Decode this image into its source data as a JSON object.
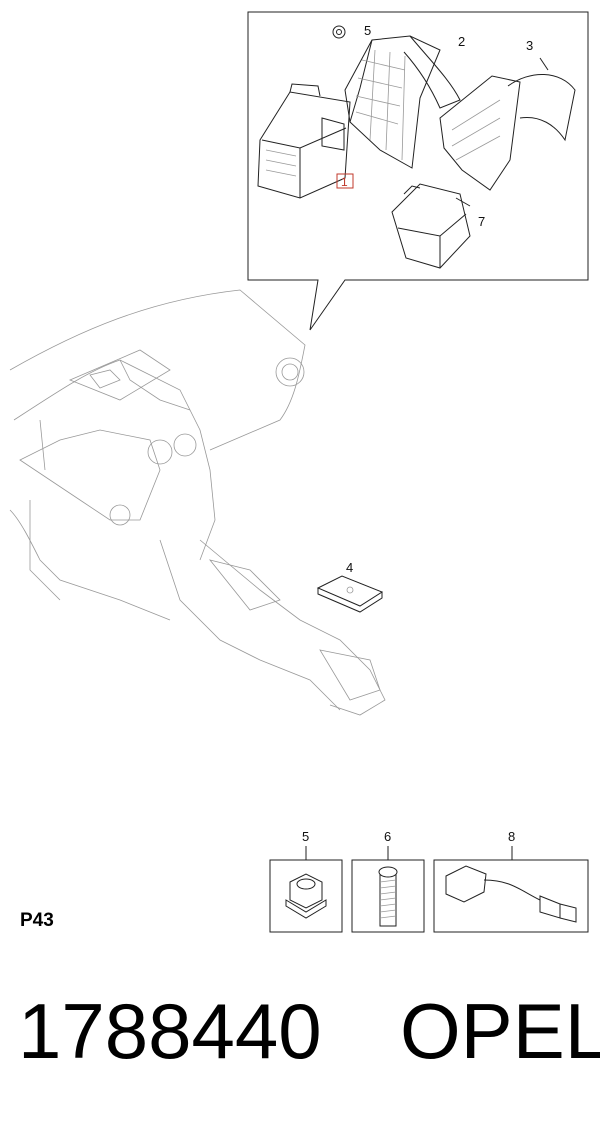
{
  "callouts": {
    "c1": "1",
    "c2": "2",
    "c3": "3",
    "c4": "4",
    "c5_top": "5",
    "c7": "7",
    "c5_box": "5",
    "c6_box": "6",
    "c8_box": "8"
  },
  "page_code": "P43",
  "part_number": "1788440",
  "brand": "OPEL",
  "colors": {
    "highlight": "#c0392b"
  }
}
